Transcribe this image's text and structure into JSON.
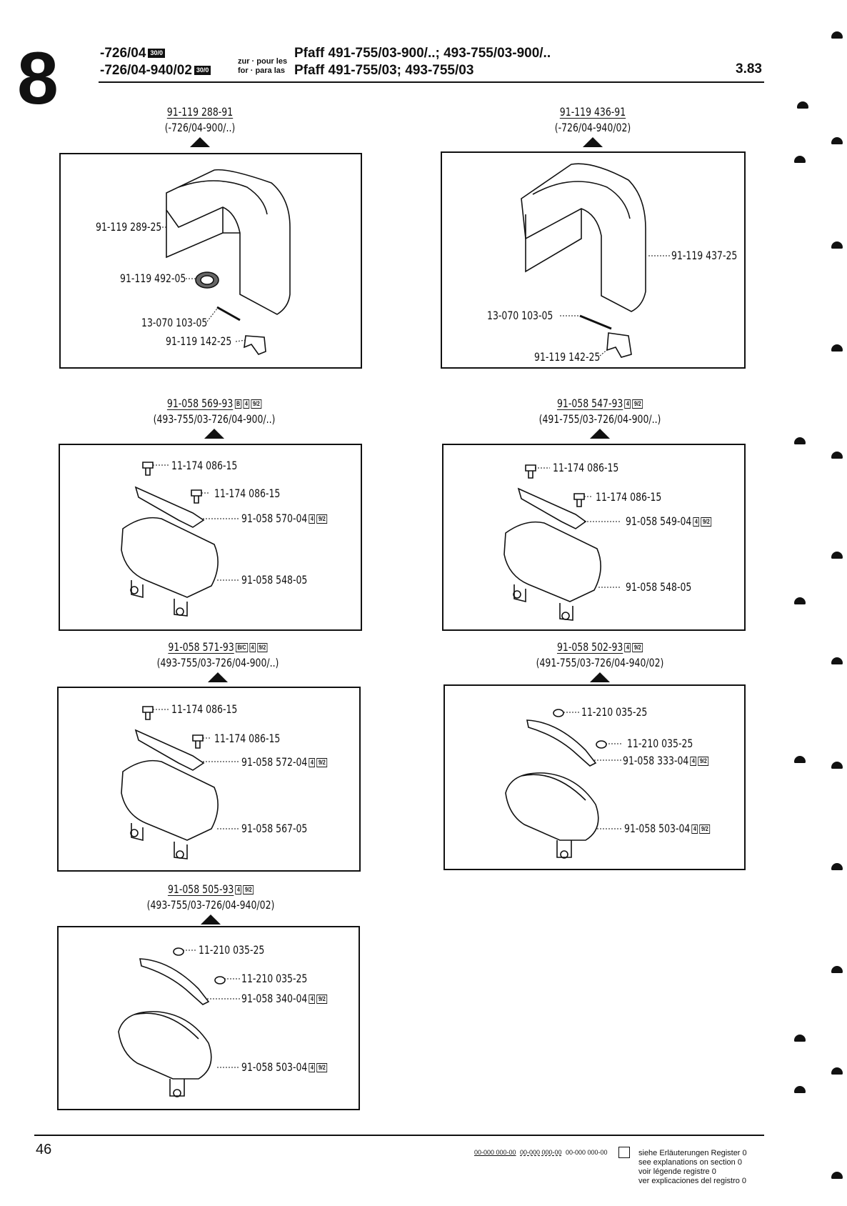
{
  "header": {
    "section_number": "8",
    "line1_code": "-726/04",
    "line1_badge": "30/0",
    "line2_code": "-726/04-940/02",
    "line2_badge": "30/0",
    "zur_line1": "zur · pour les",
    "zur_line2": "for · para las",
    "model_line1": "Pfaff 491-755/03-900/..; 493-755/03-900/..",
    "model_line2": "Pfaff 491-755/03; 493-755/03",
    "date": "3.83"
  },
  "panels": [
    {
      "part": "91-119 288-91",
      "badges": [],
      "applies": "(-726/04-900/..)",
      "labels": [
        "91-119 289-25",
        "91-119 492-05",
        "13-070 103-05",
        "91-119 142-25"
      ]
    },
    {
      "part": "91-119 436-91",
      "badges": [],
      "applies": "(-726/04-940/02)",
      "labels": [
        "91-119 437-25",
        "13-070 103-05",
        "91-119 142-25"
      ]
    },
    {
      "part": "91-058 569-93",
      "badges": [
        "B",
        "4",
        "9/2"
      ],
      "applies": "(493-755/03-726/04-900/..)",
      "labels": [
        "11-174 086-15",
        "11-174 086-15",
        "91-058 570-04",
        "91-058 548-05"
      ],
      "label_badges": [
        "4",
        "9/2"
      ]
    },
    {
      "part": "91-058 547-93",
      "badges": [
        "4",
        "9/2"
      ],
      "applies": "(491-755/03-726/04-900/..)",
      "labels": [
        "11-174 086-15",
        "11-174 086-15",
        "91-058 549-04",
        "91-058 548-05"
      ],
      "label_badges": [
        "4",
        "9/2"
      ]
    },
    {
      "part": "91-058 571-93",
      "badges": [
        "B/C",
        "4",
        "9/2"
      ],
      "applies": "(493-755/03-726/04-900/..)",
      "labels": [
        "11-174 086-15",
        "11-174 086-15",
        "91-058 572-04",
        "91-058 567-05"
      ],
      "label_badges": [
        "4",
        "9/2"
      ]
    },
    {
      "part": "91-058 502-93",
      "badges": [
        "4",
        "9/2"
      ],
      "applies": "(491-755/03-726/04-940/02)",
      "labels": [
        "11-210 035-25",
        "11-210 035-25",
        "91-058 333-04",
        "91-058 503-04"
      ],
      "label_badges": [
        "4",
        "9/2"
      ]
    },
    {
      "part": "91-058 505-93",
      "badges": [
        "4",
        "9/2"
      ],
      "applies": "(493-755/03-726/04-940/02)",
      "labels": [
        "11-210 035-25",
        "11-210 035-25",
        "91-058 340-04",
        "91-058 503-04"
      ],
      "label_badges": [
        "4",
        "9/2"
      ]
    }
  ],
  "footer": {
    "page_number": "46",
    "legend_codes": [
      "00-000 000-00",
      "00-000 000-00",
      "00-000 000-00"
    ],
    "legend_lines": [
      "siehe Erläuterungen Register 0",
      "see explanations on section 0",
      "voir légende registre 0",
      "ver explicaciones del registro 0"
    ]
  }
}
